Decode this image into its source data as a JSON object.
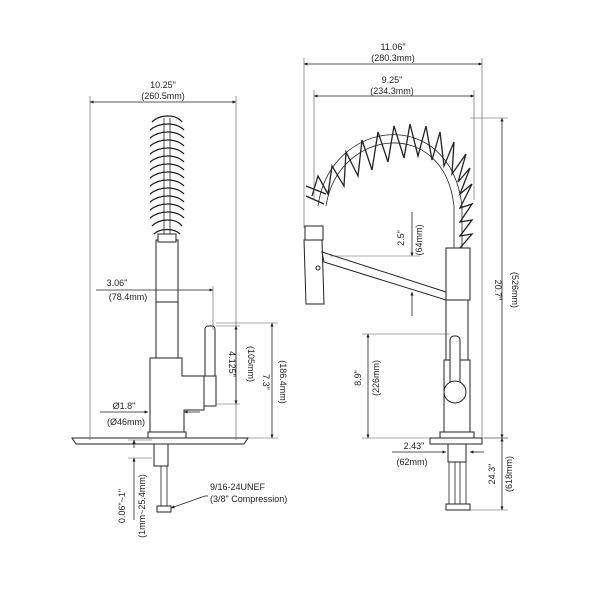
{
  "colors": {
    "line": "#222222",
    "background": "#ffffff"
  },
  "front_view": {
    "overall_width": {
      "inch": "10.25\"",
      "mm": "(260.5mm)"
    },
    "spout_reach": {
      "inch": "3.06\"",
      "mm": "(78.4mm)"
    },
    "handle_height": {
      "inch": "4.125\"",
      "mm": "(105mm)"
    },
    "body_height": {
      "inch": "7.3\"",
      "mm": "(186.4mm)"
    },
    "base_diameter": {
      "inch": "Ø1.8\"",
      "mm": "(Ø46mm)"
    },
    "deck_thickness": {
      "inch": "0.06\"~1\"",
      "mm": "(1mm~25.4mm)"
    },
    "supply_thread": {
      "spec": "9/16-24UNEF",
      "compression": "(3/8\" Compression)"
    }
  },
  "side_view": {
    "overall_depth": {
      "inch": "11.06\"",
      "mm": "(280.3mm)"
    },
    "spring_width": {
      "inch": "9.25\"",
      "mm": "(234.3mm)"
    },
    "sprayer_offset": {
      "inch": "2.5\"",
      "mm": "(64mm)"
    },
    "overall_height": {
      "inch": "20.7\"",
      "mm": "(526mm)"
    },
    "handle_center_height": {
      "inch": "8.9\"",
      "mm": "(226mm)"
    },
    "base_offset": {
      "inch": "2.43\"",
      "mm": "(62mm)"
    },
    "supply_hose_length": {
      "inch": "24.3\"",
      "mm": "(618mm)"
    }
  }
}
